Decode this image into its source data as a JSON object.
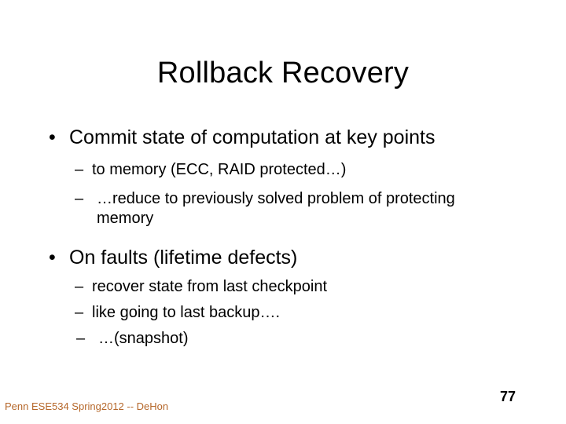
{
  "slide": {
    "title": "Rollback Recovery",
    "page_number": "77",
    "footer": "Penn ESE534 Spring2012 -- DeHon",
    "background_color": "#ffffff",
    "text_color": "#000000",
    "footer_color": "#b5672a"
  },
  "content": {
    "bullet1": {
      "marker": "•",
      "text": "Commit state of computation at key points"
    },
    "bullet1_sub1": {
      "marker": "–",
      "text": "to memory (ECC, RAID protected…)"
    },
    "bullet1_sub2": {
      "marker": "–",
      "text": "…reduce to previously solved problem of protecting memory"
    },
    "bullet2": {
      "marker": "•",
      "text": "On faults (lifetime defects)"
    },
    "bullet2_sub1": {
      "marker": "–",
      "text": "recover state from last checkpoint"
    },
    "bullet2_sub2": {
      "marker": "–",
      "text": "like going to last backup…."
    },
    "bullet2_sub3": {
      "marker": "–",
      "text": "…(snapshot)"
    }
  }
}
